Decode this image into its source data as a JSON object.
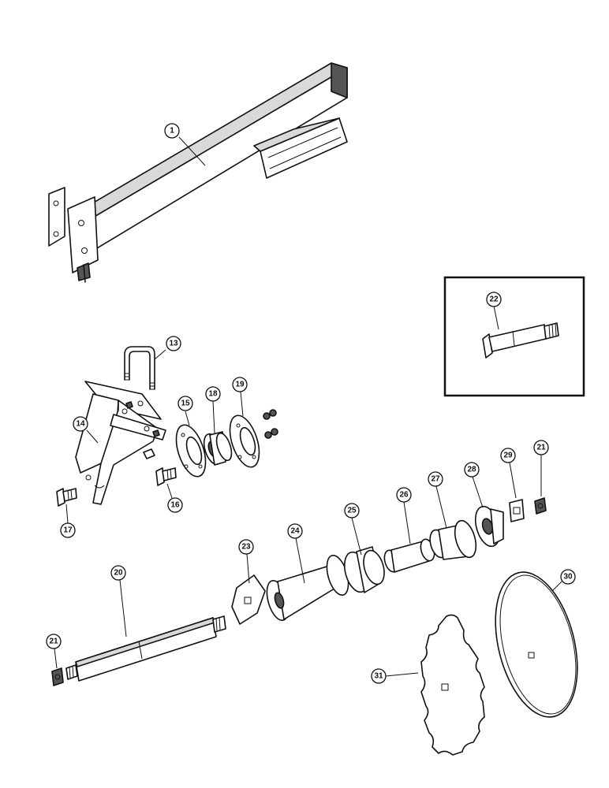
{
  "callouts": {
    "p1": "1",
    "p13": "13",
    "p14": "14",
    "p15": "15",
    "p16": "16",
    "p17": "17",
    "p18": "18",
    "p19": "19",
    "p20": "20",
    "p21a": "21",
    "p21b": "21",
    "p22": "22",
    "p23": "23",
    "p24": "24",
    "p25": "25",
    "p26": "26",
    "p27": "27",
    "p28": "28",
    "p29": "29",
    "p30": "30",
    "p31": "31"
  }
}
